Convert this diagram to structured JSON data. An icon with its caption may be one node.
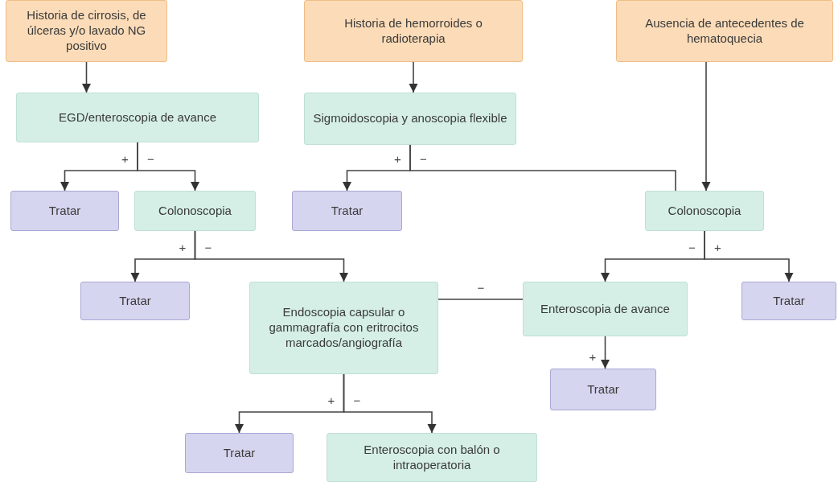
{
  "diagram": {
    "nodes": [
      {
        "text": [
          "Historia de cirrosis, de úlceras y/o lavado NG positivo"
        ]
      },
      {
        "text": [
          "Historia de hemorroides o radioterapia"
        ]
      },
      {
        "text": [
          "Ausencia de antecedentes de hematoquecia"
        ]
      },
      {
        "text": [
          "EGD/enteroscopia de avance"
        ]
      },
      {
        "text": [
          "Sigmoidoscopia y anoscopia flexible"
        ]
      },
      {
        "text": [
          "Tratar"
        ]
      },
      {
        "text": [
          "Colonoscopia"
        ]
      },
      {
        "text": [
          "Tratar"
        ]
      },
      {
        "text": [
          "Colonoscopia"
        ]
      },
      {
        "text": [
          "Tratar"
        ]
      },
      {
        "text": [
          "Endoscopia capsular o gammagrafía con eritrocitos marcados/angiografía"
        ]
      },
      {
        "text": [
          "Enteroscopia de avance"
        ]
      },
      {
        "text": [
          "Tratar"
        ]
      },
      {
        "text": [
          "Tratar"
        ]
      },
      {
        "text": [
          "Tratar"
        ]
      },
      {
        "text": [
          "Enteroscopia con balón o intraoperatoria"
        ]
      }
    ],
    "edges": [
      {
        "from": 0,
        "to": 3,
        "arrow": "to"
      },
      {
        "from": 1,
        "to": 4,
        "arrow": "to"
      },
      {
        "from": 2,
        "to": 8,
        "arrow": "to"
      },
      {
        "from": 3,
        "to": 5,
        "arrow": "to",
        "label": "+"
      },
      {
        "from": 3,
        "to": 6,
        "arrow": "to",
        "label": "−"
      },
      {
        "from": 4,
        "to": 7,
        "arrow": "to",
        "label": "+"
      },
      {
        "from": 4,
        "to": 8,
        "arrow": "none",
        "label": "−"
      },
      {
        "from": 6,
        "to": 9,
        "arrow": "to",
        "label": "+"
      },
      {
        "from": 6,
        "to": 10,
        "arrow": "to",
        "label": "−"
      },
      {
        "from": 8,
        "to": 11,
        "arrow": "to",
        "label": "−"
      },
      {
        "from": 8,
        "to": 12,
        "arrow": "to",
        "label": "+"
      },
      {
        "from": 11,
        "to": 10,
        "arrow": "none",
        "label": "−"
      },
      {
        "from": 11,
        "to": 13,
        "arrow": "to",
        "label": "+"
      },
      {
        "from": 10,
        "to": 14,
        "arrow": "to",
        "label": "+"
      },
      {
        "from": 10,
        "to": 15,
        "arrow": "to",
        "label": "−"
      }
    ]
  }
}
